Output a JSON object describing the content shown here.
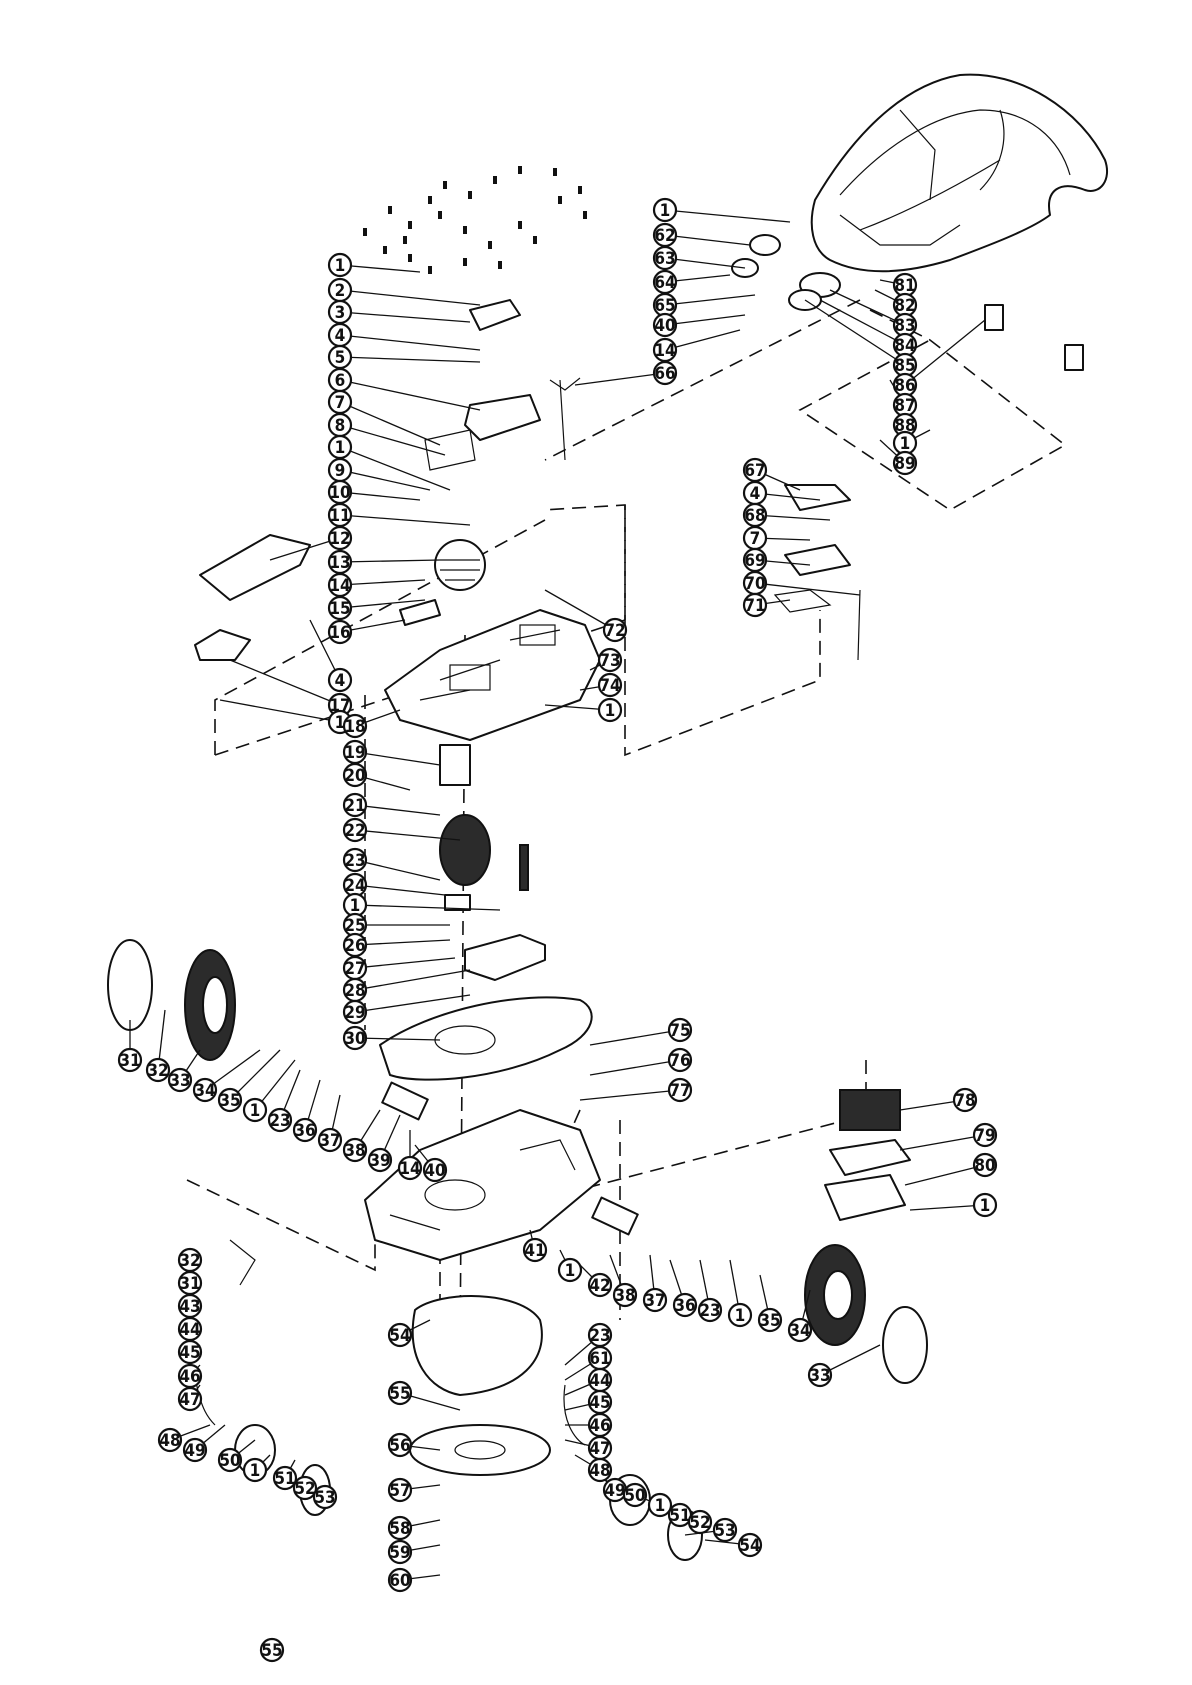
{
  "diagram": {
    "type": "exploded-parts-view",
    "callouts": [
      {
        "n": "1"
      },
      {
        "n": "2"
      },
      {
        "n": "3"
      },
      {
        "n": "4"
      },
      {
        "n": "5"
      },
      {
        "n": "6"
      },
      {
        "n": "7"
      },
      {
        "n": "8"
      },
      {
        "n": "1"
      },
      {
        "n": "9"
      },
      {
        "n": "10"
      },
      {
        "n": "11"
      },
      {
        "n": "12"
      },
      {
        "n": "13"
      },
      {
        "n": "14"
      },
      {
        "n": "15"
      },
      {
        "n": "16"
      },
      {
        "n": "4"
      },
      {
        "n": "17"
      },
      {
        "n": "1"
      },
      {
        "n": "18"
      },
      {
        "n": "19"
      },
      {
        "n": "20"
      },
      {
        "n": "21"
      },
      {
        "n": "22"
      },
      {
        "n": "23"
      },
      {
        "n": "24"
      },
      {
        "n": "1"
      },
      {
        "n": "25"
      },
      {
        "n": "26"
      },
      {
        "n": "27"
      },
      {
        "n": "28"
      },
      {
        "n": "29"
      },
      {
        "n": "30"
      },
      {
        "n": "31"
      },
      {
        "n": "32"
      },
      {
        "n": "33"
      },
      {
        "n": "34"
      },
      {
        "n": "35"
      },
      {
        "n": "1"
      },
      {
        "n": "23"
      },
      {
        "n": "36"
      },
      {
        "n": "37"
      },
      {
        "n": "38"
      },
      {
        "n": "39"
      },
      {
        "n": "14"
      },
      {
        "n": "40"
      },
      {
        "n": "1"
      },
      {
        "n": "62"
      },
      {
        "n": "63"
      },
      {
        "n": "64"
      },
      {
        "n": "65"
      },
      {
        "n": "40"
      },
      {
        "n": "14"
      },
      {
        "n": "66"
      },
      {
        "n": "81"
      },
      {
        "n": "82"
      },
      {
        "n": "83"
      },
      {
        "n": "84"
      },
      {
        "n": "85"
      },
      {
        "n": "86"
      },
      {
        "n": "87"
      },
      {
        "n": "88"
      },
      {
        "n": "1"
      },
      {
        "n": "89"
      },
      {
        "n": "67"
      },
      {
        "n": "4"
      },
      {
        "n": "68"
      },
      {
        "n": "7"
      },
      {
        "n": "69"
      },
      {
        "n": "70"
      },
      {
        "n": "71"
      },
      {
        "n": "72"
      },
      {
        "n": "73"
      },
      {
        "n": "74"
      },
      {
        "n": "1"
      },
      {
        "n": "75"
      },
      {
        "n": "76"
      },
      {
        "n": "77"
      },
      {
        "n": "78"
      },
      {
        "n": "79"
      },
      {
        "n": "80"
      },
      {
        "n": "1"
      },
      {
        "n": "41"
      },
      {
        "n": "1"
      },
      {
        "n": "42"
      },
      {
        "n": "38"
      },
      {
        "n": "37"
      },
      {
        "n": "36"
      },
      {
        "n": "23"
      },
      {
        "n": "1"
      },
      {
        "n": "35"
      },
      {
        "n": "34"
      },
      {
        "n": "33"
      },
      {
        "n": "32"
      },
      {
        "n": "31"
      },
      {
        "n": "43"
      },
      {
        "n": "44"
      },
      {
        "n": "45"
      },
      {
        "n": "46"
      },
      {
        "n": "47"
      },
      {
        "n": "48"
      },
      {
        "n": "49"
      },
      {
        "n": "50"
      },
      {
        "n": "1"
      },
      {
        "n": "51"
      },
      {
        "n": "52"
      },
      {
        "n": "53"
      },
      {
        "n": "54"
      },
      {
        "n": "55"
      },
      {
        "n": "56"
      },
      {
        "n": "57"
      },
      {
        "n": "58"
      },
      {
        "n": "59"
      },
      {
        "n": "60"
      },
      {
        "n": "23"
      },
      {
        "n": "61"
      },
      {
        "n": "44"
      },
      {
        "n": "45"
      },
      {
        "n": "46"
      },
      {
        "n": "47"
      },
      {
        "n": "48"
      },
      {
        "n": "49"
      },
      {
        "n": "50"
      },
      {
        "n": "1"
      },
      {
        "n": "51"
      },
      {
        "n": "52"
      },
      {
        "n": "53"
      },
      {
        "n": "54"
      },
      {
        "n": "55"
      }
    ]
  }
}
